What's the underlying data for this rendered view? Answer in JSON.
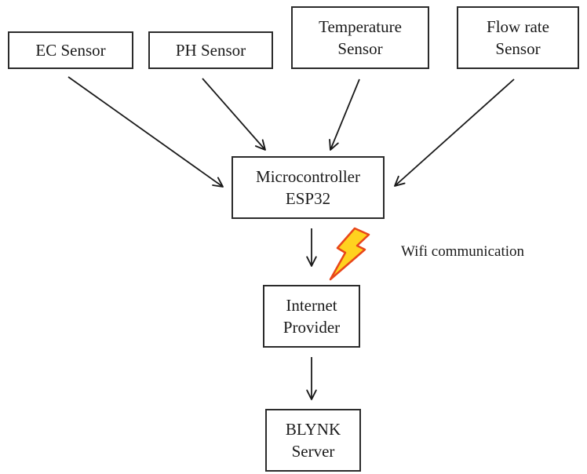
{
  "nodes": {
    "ec_sensor": {
      "lines": [
        "EC Sensor"
      ]
    },
    "ph_sensor": {
      "lines": [
        "PH Sensor"
      ]
    },
    "temperature_sensor": {
      "lines": [
        "Temperature",
        "Sensor"
      ]
    },
    "flow_rate_sensor": {
      "lines": [
        "Flow rate",
        "Sensor"
      ]
    },
    "microcontroller": {
      "lines": [
        "Microcontroller",
        "ESP32"
      ]
    },
    "internet_provider": {
      "lines": [
        "Internet",
        "Provider"
      ]
    },
    "blynk_server": {
      "lines": [
        "BLYNK",
        "Server"
      ]
    }
  },
  "edges": [
    {
      "from": "EC Sensor",
      "to": "Microcontroller ESP32"
    },
    {
      "from": "PH Sensor",
      "to": "Microcontroller ESP32"
    },
    {
      "from": "Temperature Sensor",
      "to": "Microcontroller ESP32"
    },
    {
      "from": "Flow rate Sensor",
      "to": "Microcontroller ESP32"
    },
    {
      "from": "Microcontroller ESP32",
      "to": "Internet Provider"
    },
    {
      "from": "Internet Provider",
      "to": "BLYNK Server"
    }
  ],
  "wifi": {
    "label": "Wifi communication",
    "icon": "lightning-bolt-icon",
    "fill_color": "#ffd21f",
    "stroke_color": "#e8461a"
  },
  "line_color": "#1a1a1a"
}
